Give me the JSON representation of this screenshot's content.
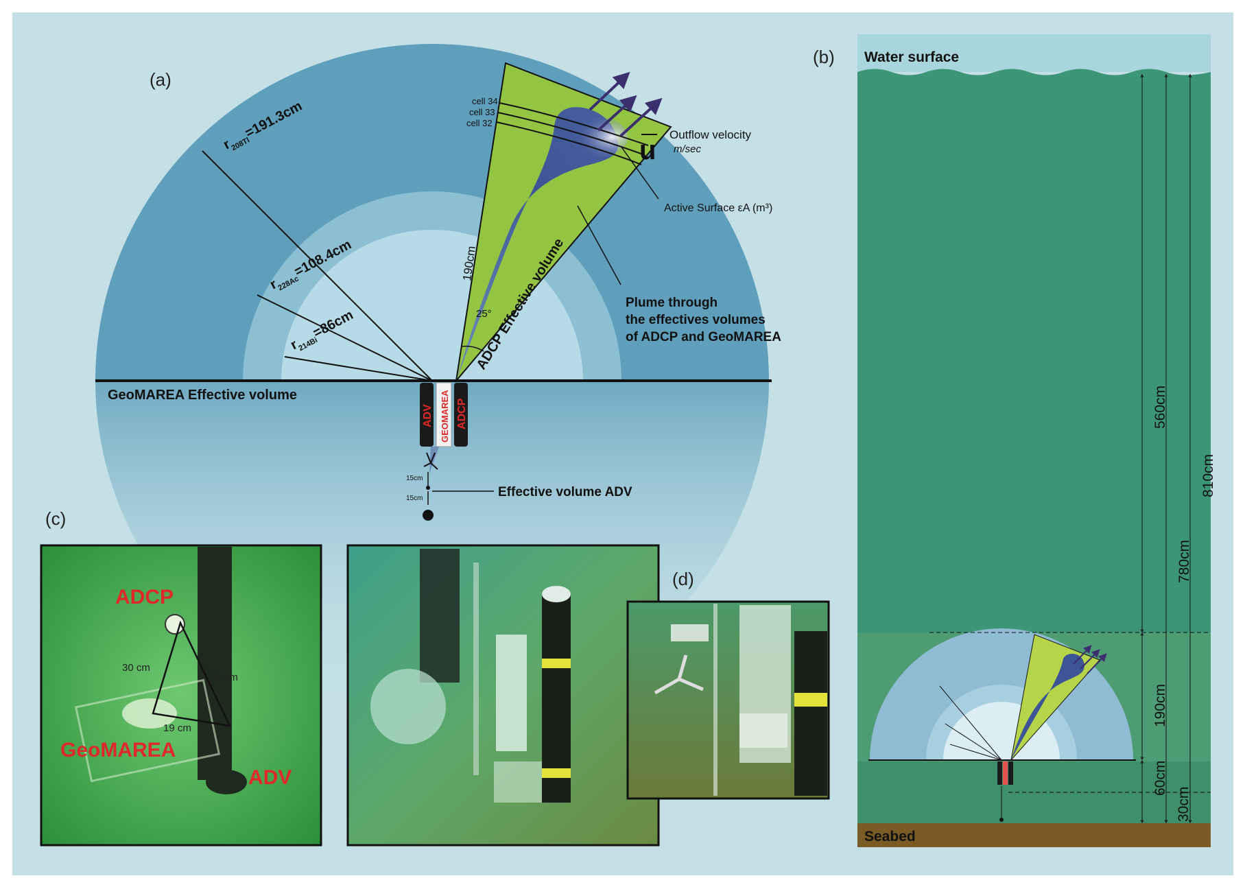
{
  "panels": {
    "a": "(a)",
    "b": "(b)",
    "c": "(c)",
    "d": "(d)"
  },
  "panel_a": {
    "radii": [
      {
        "sub": "208Tl",
        "value": "=191.3cm"
      },
      {
        "sub": "228Ac",
        "value": "=108.4cm"
      },
      {
        "sub": "214Bi",
        "value": "=86cm"
      }
    ],
    "radius_prefix": "r",
    "cells": [
      "cell 34",
      "cell 33",
      "cell 32"
    ],
    "velocity_symbol": "u",
    "velocity_label": "Outflow velocity",
    "velocity_unit": "m/sec",
    "active_surface": "Active Surface εA (m³)",
    "beam_length": "190cm",
    "beam_angle": "25°",
    "adcp_volume": "ADCP Effective volume",
    "plume_lines": [
      "Plume through",
      "the effectives volumes",
      "of ADCP and GeoMAREA"
    ],
    "geomarea_volume": "GeoMAREA Effective volume",
    "instruments": [
      "ADV",
      "GEOMAREA",
      "ADCP"
    ],
    "adv_gap_1": "15cm",
    "adv_gap_2": "15cm",
    "adv_volume": "Effective volume ADV"
  },
  "panel_b": {
    "water_surface": "Water surface",
    "seabed": "Seabed",
    "dims": [
      "560cm",
      "780cm",
      "810cm",
      "190cm",
      "60cm",
      "30cm"
    ]
  },
  "panel_c": {
    "photo1_labels": [
      "ADCP",
      "GeoMAREA",
      "ADV"
    ],
    "triangle_sides": [
      "30 cm",
      "35 cm",
      "19 cm"
    ]
  },
  "colors": {
    "background": "#c4e0e6",
    "outer_ring": "#5f9fbc",
    "middle_ring": "#8cbfd2",
    "inner_disk": "#b7dbe6",
    "beam_green": "#93c442",
    "plume": "#3d5596",
    "water_column": "#3d9577",
    "lower_zone": "#4e9c74",
    "seabed": "#7a5a25",
    "label_red": "#e02828",
    "photo_green": "#3fb04a"
  }
}
